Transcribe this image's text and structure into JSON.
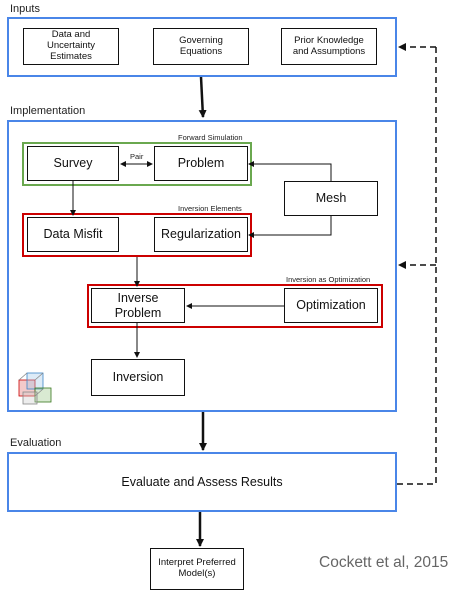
{
  "sections": {
    "inputs": {
      "label": "Inputs",
      "boxes": [
        "Data and\nUncertainty\nEstimates",
        "Governing\nEquations",
        "Prior Knowledge\nand Assumptions"
      ]
    },
    "implementation": {
      "label": "Implementation",
      "forward_simulation": {
        "title": "Forward Simulation",
        "survey": "Survey",
        "pair": "Pair",
        "problem": "Problem"
      },
      "mesh": "Mesh",
      "inversion_elements": {
        "title": "Inversion Elements",
        "data_misfit": "Data Misfit",
        "regularization": "Regularization"
      },
      "inversion_optimization": {
        "title": "Inversion as Optimization",
        "inverse_problem": "Inverse\nProblem",
        "optimization": "Optimization"
      },
      "inversion": "Inversion"
    },
    "evaluation": {
      "label": "Evaluation",
      "box": "Evaluate and Assess  Results"
    }
  },
  "output": "Interpret Preferred\nModel(s)",
  "credit": "Cockett et al, 2015",
  "colors": {
    "section_border": "#4a86e8",
    "forward_group": "#6aa84f",
    "inversion_group": "#cc0000"
  }
}
